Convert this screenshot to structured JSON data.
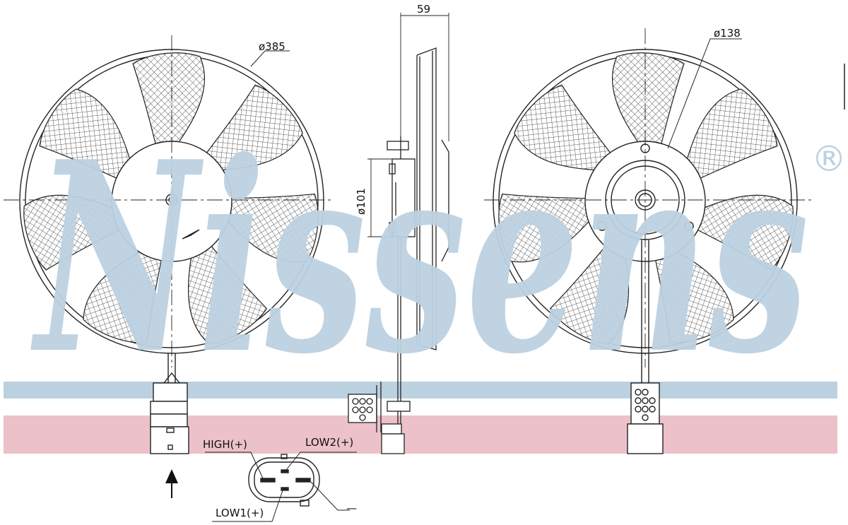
{
  "brand": {
    "name": "Nissens",
    "registered_mark": "®",
    "watermark_color": "#bcd1e0",
    "band_blue": "#bcd1e0",
    "band_pink": "#ecc1ca"
  },
  "dimensions": {
    "fan_diameter": "ø385",
    "depth": "59",
    "motor_diameter": "ø101",
    "hub_diameter": "ø138"
  },
  "connector": {
    "high": "HIGH(+)",
    "low1": "LOW1(+)",
    "low2": "LOW2(+)",
    "ground": "—"
  },
  "icons": {
    "view_arrow": "up-arrow-icon"
  }
}
